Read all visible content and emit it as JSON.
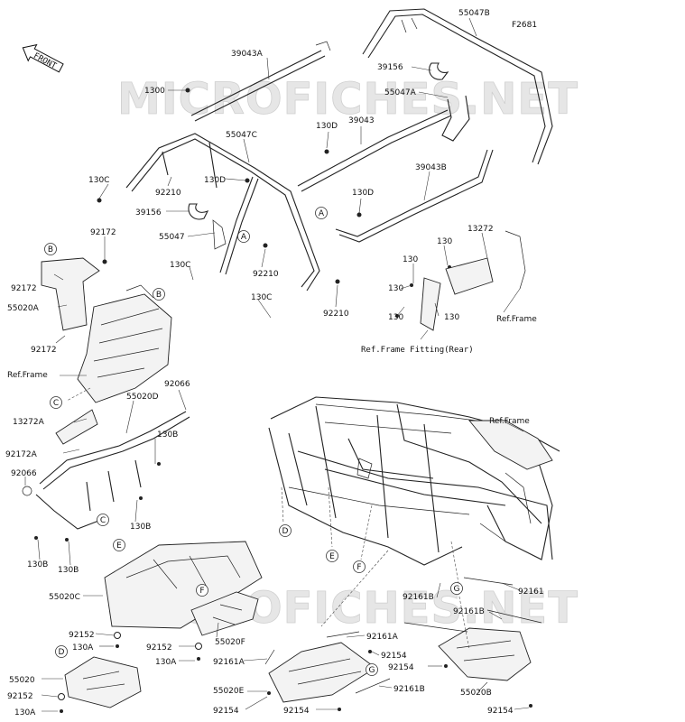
{
  "figure_code": "F2681",
  "watermark": [
    "MICROFICHES.NET",
    "MICROFICHES.NET"
  ],
  "front_marker": "FRONT",
  "callout_letters": [
    "A",
    "A",
    "B",
    "B",
    "C",
    "C",
    "D",
    "D",
    "E",
    "E",
    "F",
    "F",
    "G",
    "G"
  ],
  "part_labels": [
    "55047B",
    "39043A",
    "1300",
    "39156",
    "55047A",
    "130D",
    "39043",
    "55047C",
    "130D",
    "130C",
    "92210",
    "39043B",
    "130D",
    "39156",
    "55047",
    "92172",
    "13272",
    "130",
    "130C",
    "92210",
    "130",
    "92172",
    "130",
    "55020A",
    "130C",
    "130",
    "92172",
    "130",
    "92210",
    "Ref.Frame",
    "Ref.Frame Fitting(Rear)",
    "Ref.Frame",
    "92066",
    "55020D",
    "13272A",
    "130B",
    "Ref.Frame",
    "92172A",
    "92066",
    "130B",
    "130B",
    "130B",
    "55020C",
    "92161B",
    "92161",
    "92161B",
    "92161A",
    "92152",
    "130A",
    "92152",
    "55020F",
    "92154",
    "92154",
    "92161A",
    "130A",
    "55020",
    "92152",
    "55020E",
    "92161B",
    "55020B",
    "130A",
    "92154",
    "92154",
    "92154"
  ]
}
